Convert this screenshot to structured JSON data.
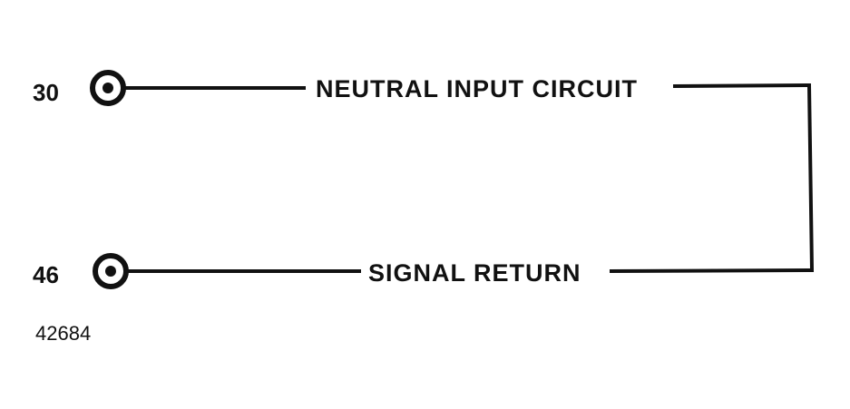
{
  "diagram": {
    "terminals": [
      {
        "pin": "30",
        "circuit": "NEUTRAL INPUT CIRCUIT"
      },
      {
        "pin": "46",
        "circuit": "SIGNAL RETURN"
      }
    ],
    "figure_number": "42684"
  },
  "colors": {
    "line": "#111111",
    "background": "#ffffff"
  },
  "icons": {
    "terminal": "terminal-connector-icon"
  }
}
